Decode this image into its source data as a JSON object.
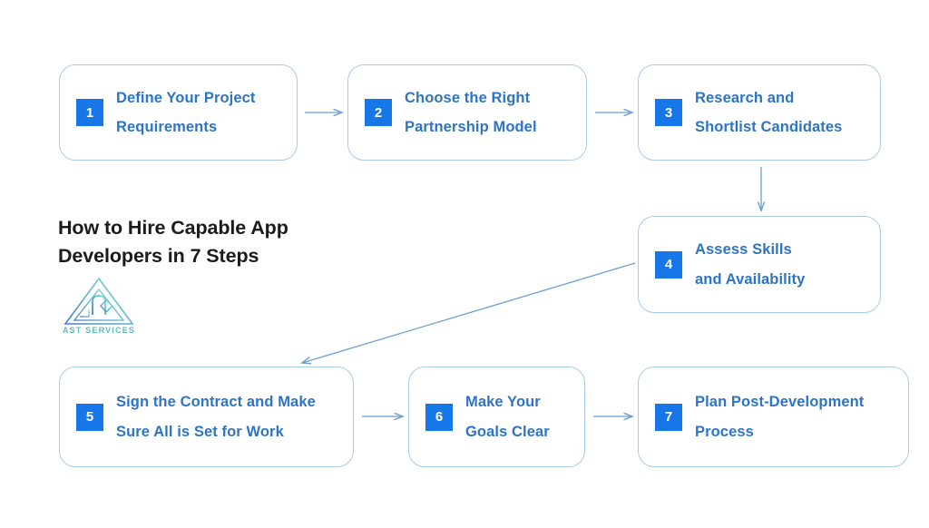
{
  "diagram": {
    "type": "flowchart",
    "title": {
      "line1": "How to Hire Capable App",
      "line2": "Developers in 7 Steps"
    },
    "logo": {
      "name": "ast-services-logo",
      "wordmark": "AST SERVICES",
      "colors": {
        "gradient_start": "#7fe0d0",
        "gradient_end": "#4a79c8"
      }
    },
    "colors": {
      "box_border": "#a9cbe8",
      "badge_bg": "#1877e8",
      "badge_text": "#ffffff",
      "step_text": "#2e74c4",
      "title_text": "#1b1b1b",
      "arrow": "#6e9fd0",
      "background": "#ffffff"
    },
    "steps": [
      {
        "number": "1",
        "line1": "Define Your Project",
        "line2": "Requirements"
      },
      {
        "number": "2",
        "line1": "Choose the Right",
        "line2": "Partnership Model"
      },
      {
        "number": "3",
        "line1": "Research and",
        "line2": "Shortlist Candidates"
      },
      {
        "number": "4",
        "line1": "Assess Skills",
        "line2": "and Availability"
      },
      {
        "number": "5",
        "line1": "Sign the Contract and Make",
        "line2": "Sure All is Set for Work"
      },
      {
        "number": "6",
        "line1": "Make Your",
        "line2": "Goals Clear"
      },
      {
        "number": "7",
        "line1": "Plan Post-Development",
        "line2": "Process"
      }
    ],
    "connectors": [
      {
        "name": "arrow-step1-to-step2",
        "direction": "right"
      },
      {
        "name": "arrow-step2-to-step3",
        "direction": "right"
      },
      {
        "name": "arrow-step3-to-step4",
        "direction": "down"
      },
      {
        "name": "arrow-step4-to-step5",
        "direction": "diagonal-down-left"
      },
      {
        "name": "arrow-step5-to-step6",
        "direction": "right"
      },
      {
        "name": "arrow-step6-to-step7",
        "direction": "right"
      }
    ]
  }
}
